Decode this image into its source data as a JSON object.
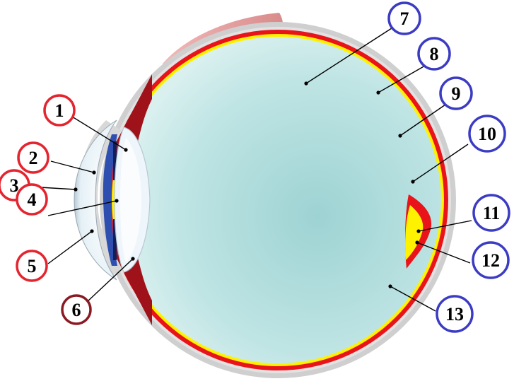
{
  "diagram": {
    "colors": {
      "red_ring": "#e4252f",
      "blue_ring": "#3b3bc4",
      "dark_red_ring": "#8a1a22",
      "sclera_gray": "#c9c9c9",
      "choroid_red": "#e8141a",
      "retina_yellow": "#fff200",
      "vitreous": "#bfe4e4",
      "muscle": "#a0121a",
      "iris_blue": "#2f4fb0",
      "lens": "#eef6fb",
      "eyelid_pink": "#e79a9a"
    },
    "callouts": [
      {
        "id": "c1",
        "label": "1",
        "ring": "red"
      },
      {
        "id": "c2",
        "label": "2",
        "ring": "red"
      },
      {
        "id": "c3",
        "label": "3",
        "ring": "red"
      },
      {
        "id": "c4",
        "label": "4",
        "ring": "red"
      },
      {
        "id": "c5",
        "label": "5",
        "ring": "red"
      },
      {
        "id": "c6",
        "label": "6",
        "ring": "dark_red"
      },
      {
        "id": "c7",
        "label": "7",
        "ring": "blue"
      },
      {
        "id": "c8",
        "label": "8",
        "ring": "blue"
      },
      {
        "id": "c9",
        "label": "9",
        "ring": "blue"
      },
      {
        "id": "c10",
        "label": "10",
        "ring": "blue"
      },
      {
        "id": "c11",
        "label": "11",
        "ring": "blue"
      },
      {
        "id": "c12",
        "label": "12",
        "ring": "blue"
      },
      {
        "id": "c13",
        "label": "13",
        "ring": "blue"
      }
    ]
  }
}
